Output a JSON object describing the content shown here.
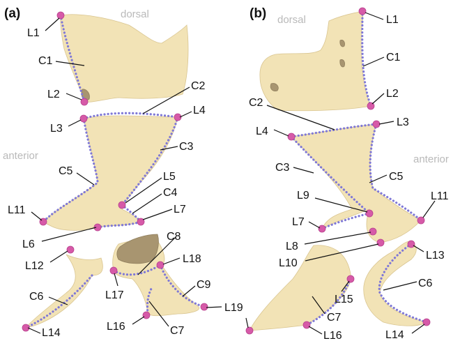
{
  "panels": {
    "a": {
      "label": "(a)",
      "orientation": {
        "dorsal": "dorsal",
        "anterior": "anterior"
      },
      "landmarks": [
        "L1",
        "L2",
        "L3",
        "L4",
        "L5",
        "L6",
        "L7",
        "L11",
        "L12",
        "L14",
        "L16",
        "L17",
        "L18",
        "L19"
      ],
      "curves": [
        "C1",
        "C2",
        "C3",
        "C4",
        "C5",
        "C6",
        "C7",
        "C8",
        "C9"
      ]
    },
    "b": {
      "label": "(b)",
      "orientation": {
        "dorsal": "dorsal",
        "anterior": "anterior"
      },
      "landmarks": [
        "L1",
        "L2",
        "L3",
        "L4",
        "L7",
        "L8",
        "L9",
        "L10",
        "L11",
        "L13",
        "L14",
        "L15",
        "L16"
      ],
      "curves": [
        "C1",
        "C2",
        "C3",
        "C5",
        "C6",
        "C7"
      ]
    }
  },
  "colors": {
    "bone": "#f2e3b6",
    "semilandmark_curve": "#7f78d6",
    "landmark": "#d65aa8",
    "orientation_text": "#b9b9b9"
  }
}
